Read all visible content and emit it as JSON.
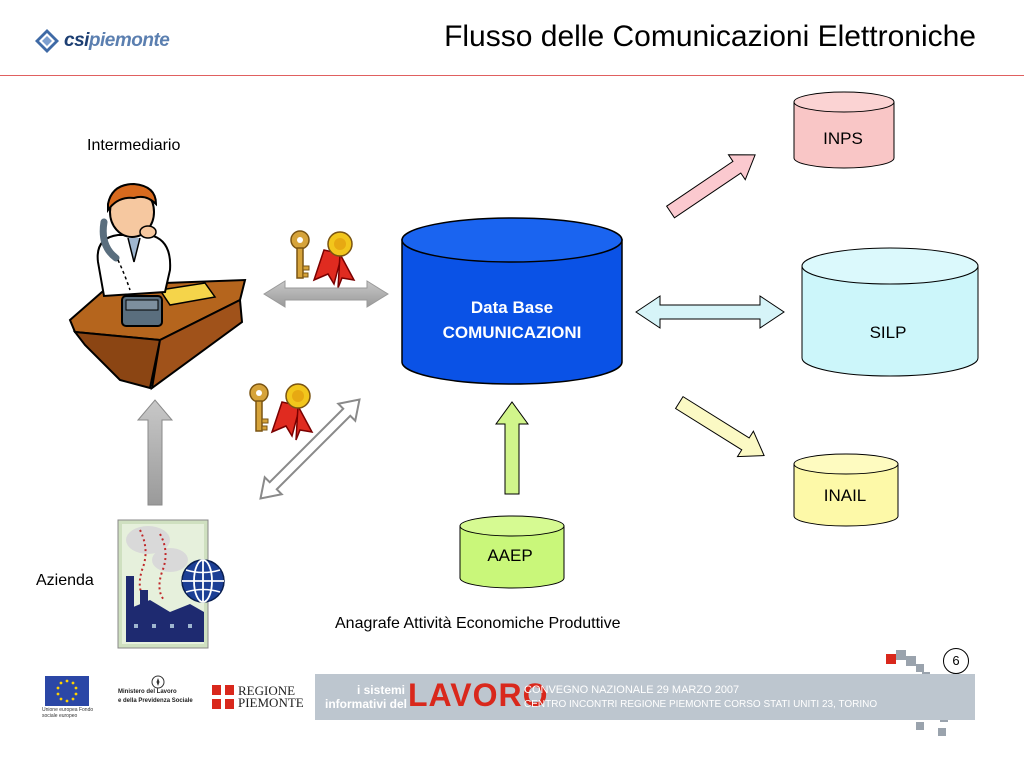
{
  "header": {
    "logo_text_a": "csi",
    "logo_text_b": "piemonte",
    "title": "Flusso delle Comunicazioni Elettroniche"
  },
  "diagram": {
    "nodes": {
      "intermediario": "Intermediario",
      "azienda": "Azienda",
      "db_line1": "Data Base",
      "db_line2": "COMUNICAZIONI",
      "inps": "INPS",
      "silp": "SILP",
      "inail": "INAIL",
      "aaep": "AAEP",
      "aaep_caption": "Anagrafe Attività Economiche Produttive"
    },
    "colors": {
      "db_fill": "#0a52e6",
      "inps_fill": "#f9c6c6",
      "silp_fill": "#ccf6fa",
      "inail_fill": "#fdf9a8",
      "aaep_fill": "#c9f77a",
      "gray_arrow": "#a6a6a6",
      "inps_arrow": "#fbc9cf",
      "silp_arrow": "#d6f4f8",
      "inail_arrow": "#fbf9c4",
      "aaep_arrow": "#d1f58b"
    },
    "icons": [
      "key-icon",
      "award-ribbon-icon",
      "person-on-phone-icon",
      "factory-icon",
      "globe-icon"
    ]
  },
  "footer": {
    "page_number": "6",
    "eu_caption": "Unione europea Fondo sociale europeo",
    "ministero_line1": "Ministero del Lavoro",
    "ministero_line2": "e della Previdenza Sociale",
    "regione_line1": "REGIONE",
    "regione_line2": "PIEMONTE",
    "banner_line1": "i sistemi",
    "banner_line2": "informativi del",
    "banner_big": "LAVORO",
    "banner_conv1": "CONVEGNO NAZIONALE 29 MARZO 2007",
    "banner_conv2": "CENTRO INCONTRI REGIONE PIEMONTE CORSO STATI UNITI 23, TORINO"
  }
}
